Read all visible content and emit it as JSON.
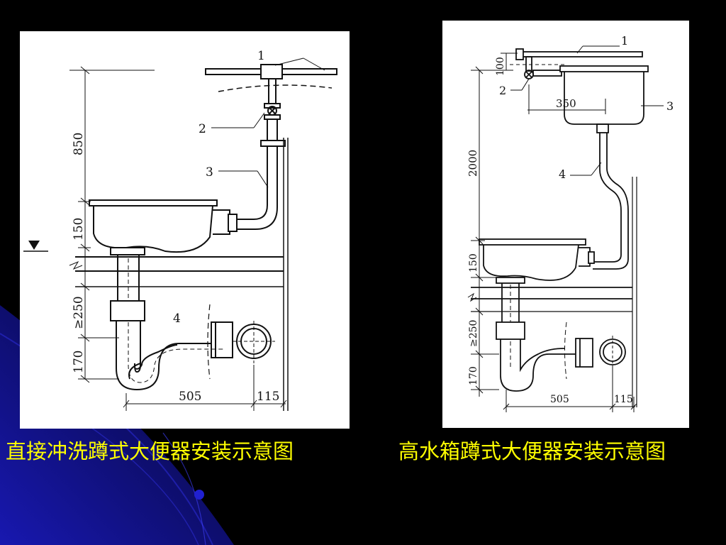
{
  "colors": {
    "background": "#000000",
    "caption": "#ffff00",
    "accent": "#1a1aa8"
  },
  "left_diagram": {
    "caption": "直接冲洗蹲式大便器安装示意图",
    "callouts": {
      "c1": "1",
      "c2": "2",
      "c3": "3",
      "c4": "4"
    },
    "dims": {
      "d850": "850",
      "d150": "150",
      "d250": "≥250",
      "d170": "170",
      "d505": "505",
      "d115": "115"
    }
  },
  "right_diagram": {
    "caption": "高水箱蹲式大便器安装示意图",
    "callouts": {
      "c1": "1",
      "c2": "2",
      "c3": "3",
      "c4": "4"
    },
    "dims": {
      "d100": "100",
      "d350": "350",
      "d2000": "2000",
      "d150": "150",
      "d250": "≥250",
      "d170": "170",
      "d505": "505",
      "d115": "115"
    }
  }
}
